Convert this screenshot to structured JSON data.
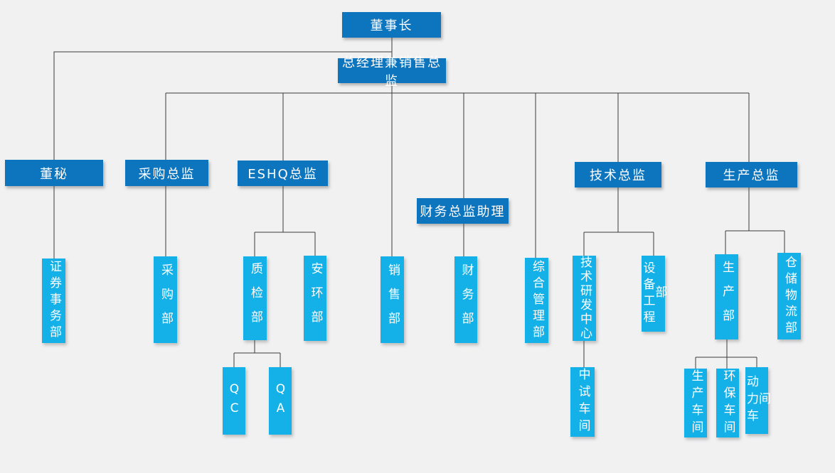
{
  "palette": {
    "background": "#f1f1f2",
    "manager_box": "#0d74be",
    "department_box": "#14b1e8",
    "connector_line": "#3c3c3c",
    "label_text": "#ffffff"
  },
  "nodes": {
    "chairman": {
      "label": "董事长"
    },
    "gm_sales_director": {
      "label": "总经理兼销售总监"
    },
    "board_secretary": {
      "label": "董秘"
    },
    "procurement_director": {
      "label": "采购总监"
    },
    "eshq_director": {
      "label": "ESHQ总监"
    },
    "finance_assistant": {
      "label": "财务总监助理"
    },
    "tech_director": {
      "label": "技术总监"
    },
    "production_director": {
      "label": "生产总监"
    },
    "securities_dept": {
      "label": "证券事务部"
    },
    "procurement_dept": {
      "label": "采购部"
    },
    "qc_dept": {
      "label": "质检部"
    },
    "safety_env_dept": {
      "label": "安环部"
    },
    "sales_dept": {
      "label": "销售部"
    },
    "finance_dept": {
      "label": "财务部"
    },
    "general_admin_dept": {
      "label": "综合管理部"
    },
    "rd_center": {
      "label": "技术研发中心"
    },
    "equipment_dept": {
      "label": "设备工程部"
    },
    "production_dept": {
      "label": "生产部"
    },
    "warehouse_logistics": {
      "label": "仓储物流部"
    },
    "qc_team": {
      "label": "QC"
    },
    "qa_team": {
      "label": "QA"
    },
    "pilot_workshop": {
      "label": "中试车间"
    },
    "production_workshop": {
      "label": "生产车间"
    },
    "env_workshop": {
      "label": "环保车间"
    },
    "power_workshop": {
      "label": "动力车间"
    }
  },
  "hierarchy": [
    {
      "parent": "董事长",
      "child": "总经理兼销售总监"
    },
    {
      "parent": "董事长",
      "child": "董秘"
    },
    {
      "parent": "董秘",
      "child": "证券事务部"
    },
    {
      "parent": "总经理兼销售总监",
      "child": "采购总监"
    },
    {
      "parent": "采购总监",
      "child": "采购部"
    },
    {
      "parent": "总经理兼销售总监",
      "child": "ESHQ总监"
    },
    {
      "parent": "ESHQ总监",
      "child": "质检部"
    },
    {
      "parent": "ESHQ总监",
      "child": "安环部"
    },
    {
      "parent": "质检部",
      "child": "QC"
    },
    {
      "parent": "质检部",
      "child": "QA"
    },
    {
      "parent": "总经理兼销售总监",
      "child": "销售部"
    },
    {
      "parent": "总经理兼销售总监",
      "child": "财务总监助理"
    },
    {
      "parent": "财务总监助理",
      "child": "财务部"
    },
    {
      "parent": "总经理兼销售总监",
      "child": "综合管理部"
    },
    {
      "parent": "总经理兼销售总监",
      "child": "技术总监"
    },
    {
      "parent": "技术总监",
      "child": "技术研发中心"
    },
    {
      "parent": "技术总监",
      "child": "设备工程部"
    },
    {
      "parent": "技术研发中心",
      "child": "中试车间"
    },
    {
      "parent": "总经理兼销售总监",
      "child": "生产总监"
    },
    {
      "parent": "生产总监",
      "child": "生产部"
    },
    {
      "parent": "生产总监",
      "child": "仓储物流部"
    },
    {
      "parent": "生产部",
      "child": "生产车间"
    },
    {
      "parent": "生产部",
      "child": "环保车间"
    },
    {
      "parent": "生产部",
      "child": "动力车间"
    }
  ]
}
